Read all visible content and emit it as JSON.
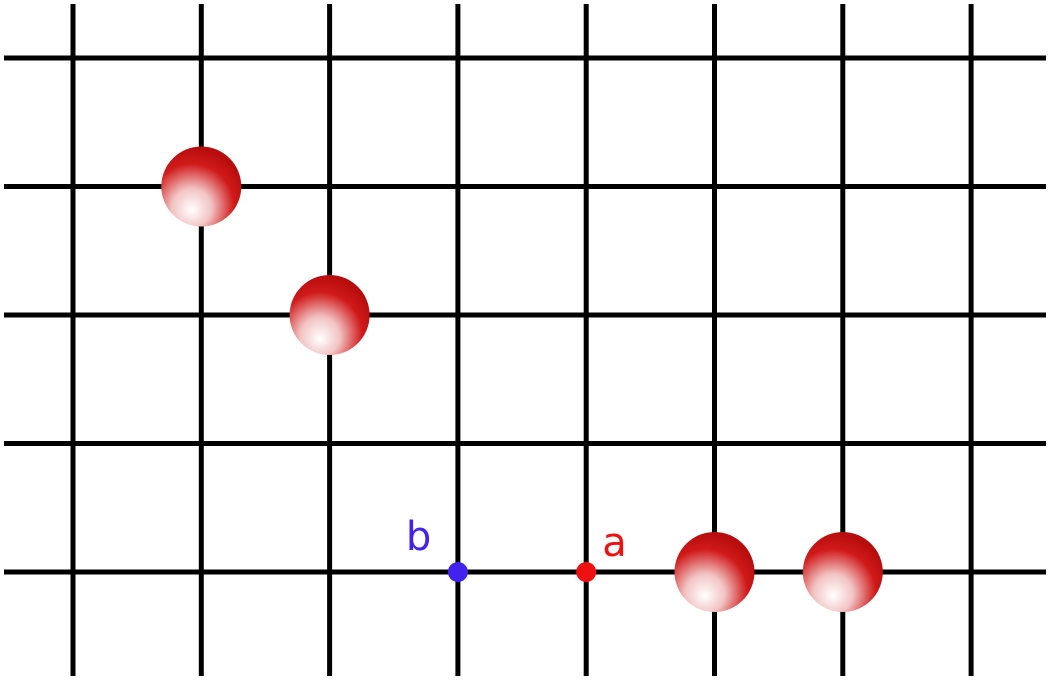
{
  "board": {
    "columns": 8,
    "rows": 5,
    "line_color": "#000000",
    "background": "#ffffff"
  },
  "stones": [
    {
      "col": 1,
      "row": 1,
      "color": "#cc1111"
    },
    {
      "col": 2,
      "row": 2,
      "color": "#cc1111"
    },
    {
      "col": 5,
      "row": 4,
      "color": "#cc1111"
    },
    {
      "col": 6,
      "row": 4,
      "color": "#cc1111"
    }
  ],
  "points": [
    {
      "id": "b",
      "label": "b",
      "col": 3,
      "row": 4,
      "color": "#4422ee"
    },
    {
      "id": "a",
      "label": "a",
      "col": 4,
      "row": 4,
      "color": "#ee1111"
    }
  ]
}
